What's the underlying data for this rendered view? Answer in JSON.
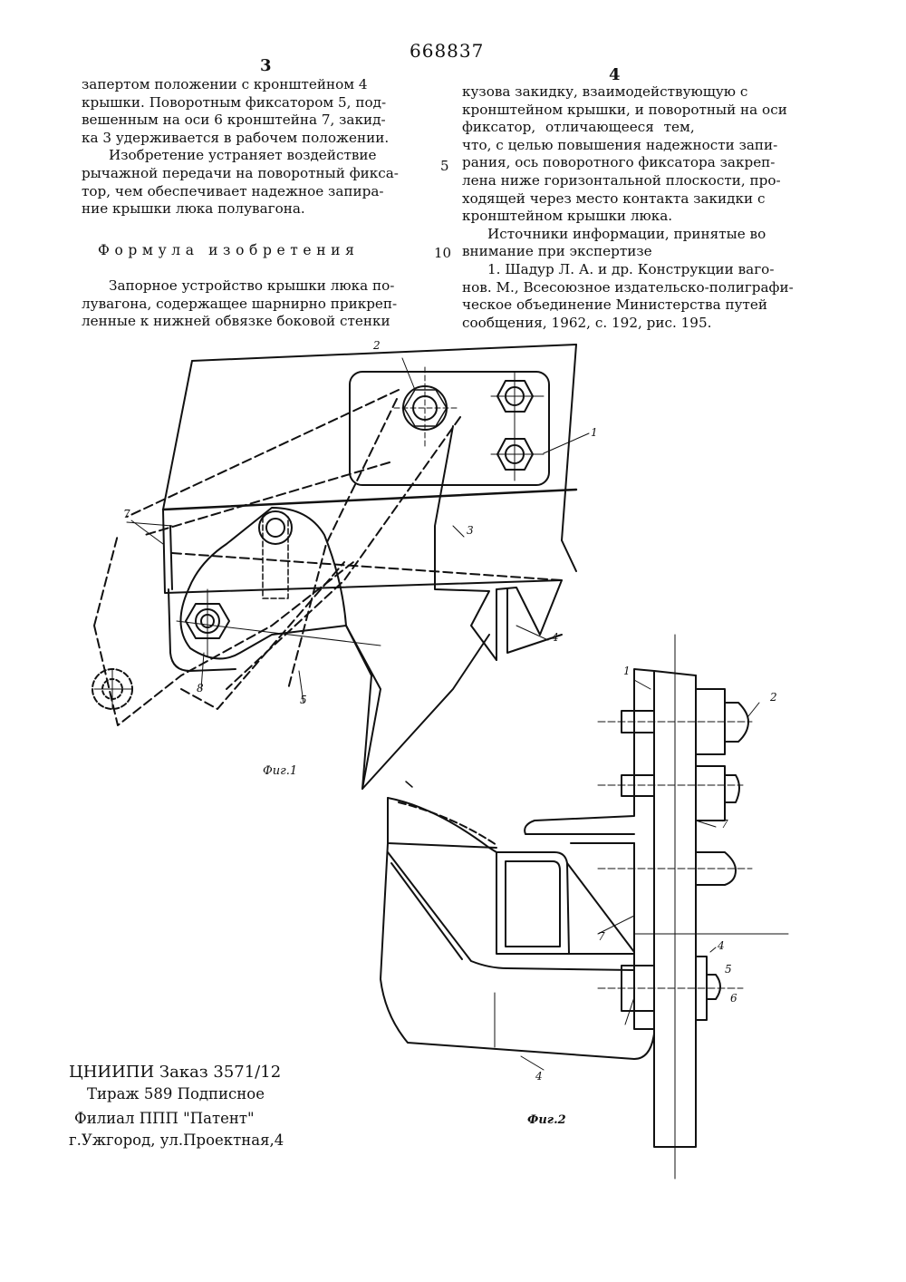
{
  "header": {
    "patent_number": "668837",
    "left_column_number": "3",
    "right_column_number": "4"
  },
  "left_column": {
    "lines": [
      "запертом положении с кронштейном 4",
      "крышки. Поворотным фиксатором 5, под-",
      "вешенным на оси 6 кронштейна 7, закид-",
      "ка 3 удерживается в рабочем положении.",
      "Изобретение устраняет воздействие",
      "рычажной передачи на поворотный фикса-",
      "тор, чем обеспечивает надежное запира-",
      "ние крышки люка полувагона."
    ],
    "formula_heading": "Формула изобретения",
    "claim_lines": [
      "Запорное устройство крышки люка по-",
      "лувагона, содержащее шарнирно прикреп-",
      "ленные к нижней обвязке боковой стенки"
    ]
  },
  "right_column": {
    "lines": [
      "кузова закидку, взаимодействующую с",
      "кронштейном крышки, и поворотный на оси",
      "фиксатор, отличающееся тем,",
      "что, с целью повышения надежности запи-",
      "рания, ось поворотного фиксатора закреп-",
      "лена ниже горизонтальной плоскости, про-",
      "ходящей через место контакта закидки с",
      "кронштейном крышки люка.",
      "Источники информации, принятые во",
      "внимание при экспертизе",
      "1. Шадур Л. А. и др. Конструкции ваго-",
      "нов. М., Всесоюзное издательско-полиграфи-",
      "ческое объединение Министерства путей",
      "сообщения, 1962, с. 192, рис. 195."
    ]
  },
  "line_markers": [
    "5",
    "10"
  ],
  "imprint": {
    "line1": "ЦНИИПИ Заказ 3571/12",
    "line2": "Тираж 589 Подписное",
    "line3": "Филиал ППП \"Патент\"",
    "line4": "г.Ужгород, ул.Проектная,4"
  },
  "figure1": {
    "caption": "Фиг.1",
    "labels": [
      "2",
      "1",
      "7",
      "3",
      "4",
      "8",
      "5"
    ]
  },
  "figure2": {
    "caption": "Фиг.2",
    "labels": [
      "1",
      "2",
      "7",
      "7",
      "4",
      "5",
      "6",
      "4"
    ]
  }
}
